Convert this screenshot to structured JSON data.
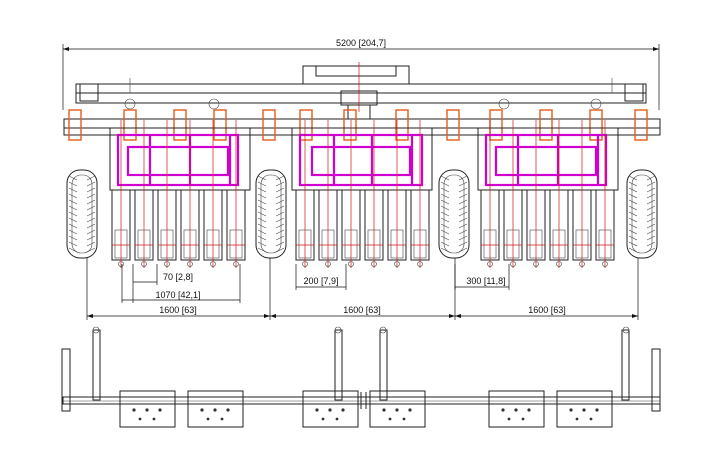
{
  "dimensions": {
    "overall_width": "5200 [204,7]",
    "row_spacing": "70 [2,8]",
    "row_group_width": "1070 [42,1]",
    "section_width_left": "1600 [63]",
    "section_width_middle": "1600 [63]",
    "section_width_right": "1600 [63]",
    "unit_spacing_center": "200 [7,9]",
    "wheel_gap": "300 [11,8]"
  },
  "colors": {
    "line": "#222222",
    "frame_highlight": "#d000d0",
    "clamp_highlight": "#e85a1a",
    "centerline": "#d01818"
  },
  "views": [
    "front-view",
    "top-view"
  ]
}
